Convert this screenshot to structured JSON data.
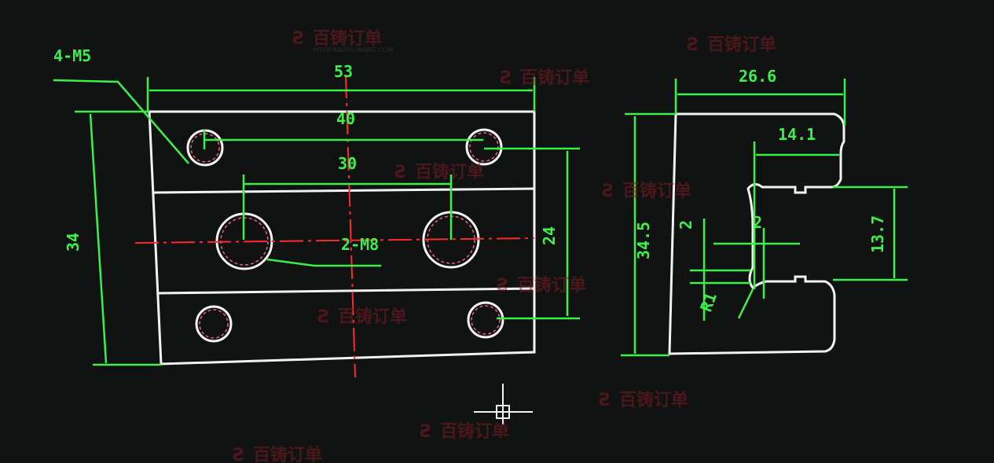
{
  "drawing": {
    "front_view": {
      "hole_callout_small": "4-M5",
      "overall_width": "53",
      "hole_spacing_top": "40",
      "hole_spacing_mid": "30",
      "overall_height": "34",
      "hole_vertical_spacing": "24",
      "hole_callout_large": "2-M8"
    },
    "side_view": {
      "overall_width": "26.6",
      "slot_depth": "14.1",
      "overall_height": "34.5",
      "left_offset": "2",
      "inner_offset": "2",
      "slot_height": "13.7",
      "radius": "R1"
    }
  },
  "watermark": {
    "text": "百铸订单",
    "url": "WWW.BAIZHUWANG.COM"
  },
  "colors": {
    "outline": "#f2f2f2",
    "dimension": "#3cf04a",
    "centerline": "#ff2a2a",
    "background": "#111212"
  }
}
